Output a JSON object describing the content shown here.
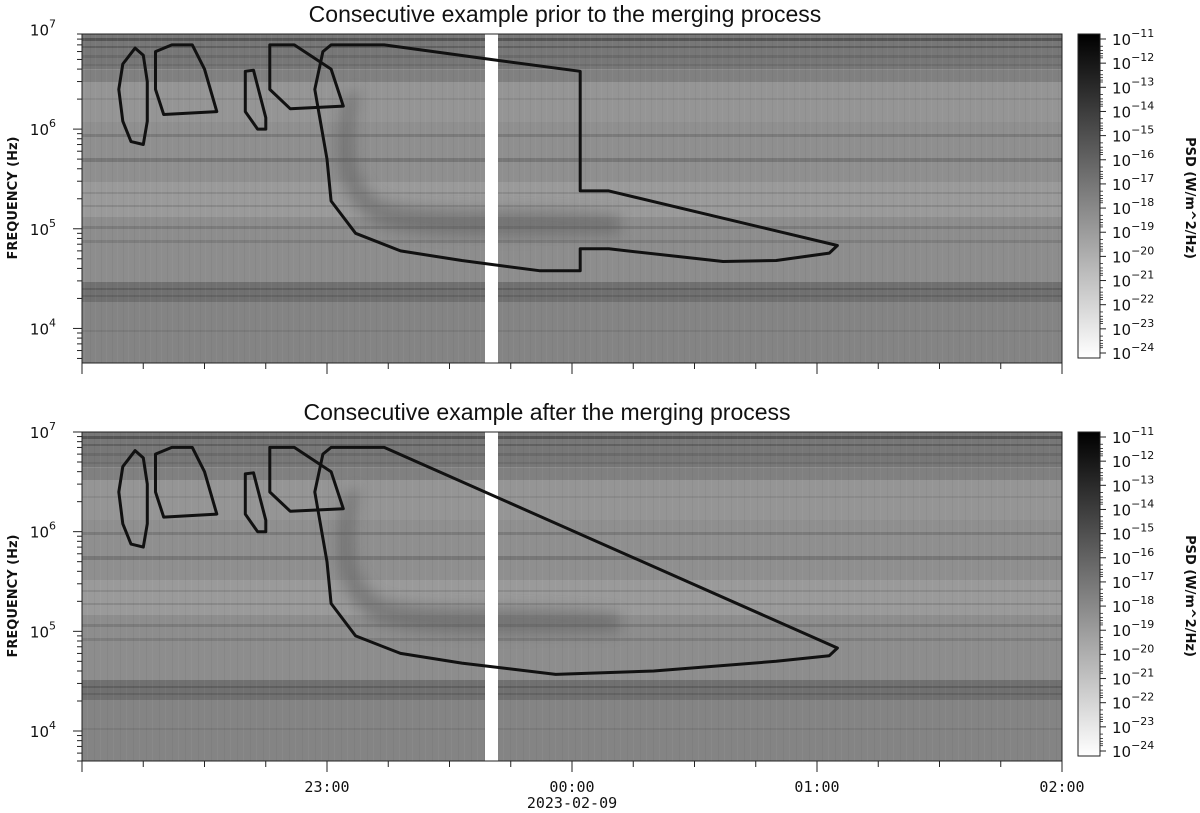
{
  "chart_data": [
    {
      "type": "heatmap",
      "title": "Consecutive example prior to the merging process",
      "ylabel": "FREQUENCY (Hz)",
      "y_scale": "log",
      "ylim": [
        4500,
        9000000
      ],
      "y_ticks": [
        {
          "value": 10000,
          "base": "10",
          "exp": "4"
        },
        {
          "value": 100000,
          "base": "10",
          "exp": "5"
        },
        {
          "value": 1000000,
          "base": "10",
          "exp": "6"
        },
        {
          "value": 10000000,
          "base": "10",
          "exp": "7"
        }
      ],
      "xlim": [
        "2023-02-08T22:00",
        "2023-02-09T02:00"
      ],
      "x_ticks": [
        {
          "value": "2023-02-08T23:00",
          "label": "23:00"
        },
        {
          "value": "2023-02-09T00:00",
          "label": "00:00"
        },
        {
          "value": "2023-02-09T01:00",
          "label": "01:00"
        },
        {
          "value": "2023-02-09T02:00",
          "label": "02:00"
        }
      ],
      "x_date_label": "",
      "data_gap": [
        "2023-02-08T23:40",
        "2023-02-08T23:43"
      ],
      "colorbar": {
        "label": "PSD (W/m^2/Hz)",
        "scale": "log",
        "ticks": [
          {
            "base": "10",
            "exp": "−11"
          },
          {
            "base": "10",
            "exp": "−12"
          },
          {
            "base": "10",
            "exp": "−13"
          },
          {
            "base": "10",
            "exp": "−14"
          },
          {
            "base": "10",
            "exp": "−15"
          },
          {
            "base": "10",
            "exp": "−16"
          },
          {
            "base": "10",
            "exp": "−17"
          },
          {
            "base": "10",
            "exp": "−18"
          },
          {
            "base": "10",
            "exp": "−19"
          },
          {
            "base": "10",
            "exp": "−20"
          },
          {
            "base": "10",
            "exp": "−21"
          },
          {
            "base": "10",
            "exp": "−22"
          },
          {
            "base": "10",
            "exp": "−23"
          },
          {
            "base": "10",
            "exp": "−24"
          }
        ],
        "colors": [
          "#000000",
          "#ffffff"
        ]
      },
      "contours": [
        {
          "points": [
            [
              "2023-02-08T22:13",
              6500000
            ],
            [
              "2023-02-08T22:10",
              4500000
            ],
            [
              "2023-02-08T22:09",
              2500000
            ],
            [
              "2023-02-08T22:10",
              1200000
            ],
            [
              "2023-02-08T22:12",
              750000
            ],
            [
              "2023-02-08T22:15",
              700000
            ],
            [
              "2023-02-08T22:16",
              1200000
            ],
            [
              "2023-02-08T22:16",
              3000000
            ],
            [
              "2023-02-08T22:15",
              5500000
            ]
          ]
        },
        {
          "points": [
            [
              "2023-02-08T22:18",
              6000000
            ],
            [
              "2023-02-08T22:22",
              7000000
            ],
            [
              "2023-02-08T22:27",
              7000000
            ],
            [
              "2023-02-08T22:30",
              4000000
            ],
            [
              "2023-02-08T22:33",
              1500000
            ],
            [
              "2023-02-08T22:20",
              1400000
            ],
            [
              "2023-02-08T22:18",
              2500000
            ]
          ]
        },
        {
          "points": [
            [
              "2023-02-08T22:40",
              3800000
            ],
            [
              "2023-02-08T22:42",
              3900000
            ],
            [
              "2023-02-08T22:45",
              1300000
            ],
            [
              "2023-02-08T22:45",
              1000000
            ],
            [
              "2023-02-08T22:43",
              1000000
            ],
            [
              "2023-02-08T22:40",
              1500000
            ]
          ]
        },
        {
          "points": [
            [
              "2023-02-08T22:46",
              7000000
            ],
            [
              "2023-02-08T22:52",
              7000000
            ],
            [
              "2023-02-08T23:01",
              4000000
            ],
            [
              "2023-02-08T23:04",
              1700000
            ],
            [
              "2023-02-08T22:51",
              1600000
            ],
            [
              "2023-02-08T22:46",
              2500000
            ],
            [
              "2023-02-08T22:46",
              7000000
            ]
          ]
        },
        {
          "points": [
            [
              "2023-02-08T22:59",
              6000000
            ],
            [
              "2023-02-08T23:01",
              7000000
            ],
            [
              "2023-02-08T23:14",
              7000000
            ],
            [
              "2023-02-08T23:40",
              5000000
            ],
            [
              "2023-02-09T00:02",
              3800000
            ],
            [
              "2023-02-09T00:02",
              240000
            ],
            [
              "2023-02-09T00:09",
              240000
            ],
            [
              "2023-02-09T01:05",
              68000
            ],
            [
              "2023-02-09T01:03",
              57000
            ],
            [
              "2023-02-09T00:50",
              48000
            ],
            [
              "2023-02-09T00:37",
              47000
            ],
            [
              "2023-02-09T00:09",
              63000
            ],
            [
              "2023-02-09T00:02",
              63000
            ],
            [
              "2023-02-09T00:02",
              38000
            ],
            [
              "2023-02-08T23:52",
              38000
            ],
            [
              "2023-02-08T23:33",
              48000
            ],
            [
              "2023-02-08T23:18",
              60000
            ],
            [
              "2023-02-08T23:07",
              90000
            ],
            [
              "2023-02-08T23:01",
              190000
            ],
            [
              "2023-02-08T23:00",
              500000
            ],
            [
              "2023-02-08T22:57",
              2500000
            ],
            [
              "2023-02-08T22:59",
              6000000
            ]
          ]
        }
      ]
    },
    {
      "type": "heatmap",
      "title": "Consecutive example after the merging process",
      "ylabel": "FREQUENCY (Hz)",
      "y_scale": "log",
      "ylim": [
        5000,
        10000000
      ],
      "y_ticks": [
        {
          "value": 10000,
          "base": "10",
          "exp": "4"
        },
        {
          "value": 100000,
          "base": "10",
          "exp": "5"
        },
        {
          "value": 1000000,
          "base": "10",
          "exp": "6"
        },
        {
          "value": 10000000,
          "base": "10",
          "exp": "7"
        }
      ],
      "xlim": [
        "2023-02-08T22:00",
        "2023-02-09T02:00"
      ],
      "x_ticks": [
        {
          "value": "2023-02-08T23:00",
          "label": "23:00"
        },
        {
          "value": "2023-02-09T00:00",
          "label": "00:00"
        },
        {
          "value": "2023-02-09T01:00",
          "label": "01:00"
        },
        {
          "value": "2023-02-09T02:00",
          "label": "02:00"
        }
      ],
      "x_date_label": "2023-02-09",
      "data_gap": [
        "2023-02-08T23:40",
        "2023-02-08T23:43"
      ],
      "colorbar": {
        "label": "PSD (W/m^2/Hz)",
        "scale": "log",
        "ticks": [
          {
            "base": "10",
            "exp": "−11"
          },
          {
            "base": "10",
            "exp": "−12"
          },
          {
            "base": "10",
            "exp": "−13"
          },
          {
            "base": "10",
            "exp": "−14"
          },
          {
            "base": "10",
            "exp": "−15"
          },
          {
            "base": "10",
            "exp": "−16"
          },
          {
            "base": "10",
            "exp": "−17"
          },
          {
            "base": "10",
            "exp": "−18"
          },
          {
            "base": "10",
            "exp": "−19"
          },
          {
            "base": "10",
            "exp": "−20"
          },
          {
            "base": "10",
            "exp": "−21"
          },
          {
            "base": "10",
            "exp": "−22"
          },
          {
            "base": "10",
            "exp": "−23"
          },
          {
            "base": "10",
            "exp": "−24"
          }
        ],
        "colors": [
          "#000000",
          "#ffffff"
        ]
      },
      "contours": [
        {
          "points": [
            [
              "2023-02-08T22:13",
              6500000
            ],
            [
              "2023-02-08T22:10",
              4500000
            ],
            [
              "2023-02-08T22:09",
              2500000
            ],
            [
              "2023-02-08T22:10",
              1200000
            ],
            [
              "2023-02-08T22:12",
              750000
            ],
            [
              "2023-02-08T22:15",
              700000
            ],
            [
              "2023-02-08T22:16",
              1200000
            ],
            [
              "2023-02-08T22:16",
              3000000
            ],
            [
              "2023-02-08T22:15",
              5500000
            ]
          ]
        },
        {
          "points": [
            [
              "2023-02-08T22:18",
              6000000
            ],
            [
              "2023-02-08T22:22",
              7000000
            ],
            [
              "2023-02-08T22:27",
              7000000
            ],
            [
              "2023-02-08T22:30",
              4000000
            ],
            [
              "2023-02-08T22:33",
              1500000
            ],
            [
              "2023-02-08T22:20",
              1400000
            ],
            [
              "2023-02-08T22:18",
              2500000
            ]
          ]
        },
        {
          "points": [
            [
              "2023-02-08T22:40",
              3800000
            ],
            [
              "2023-02-08T22:42",
              3900000
            ],
            [
              "2023-02-08T22:45",
              1300000
            ],
            [
              "2023-02-08T22:45",
              1000000
            ],
            [
              "2023-02-08T22:43",
              1000000
            ],
            [
              "2023-02-08T22:40",
              1500000
            ]
          ]
        },
        {
          "points": [
            [
              "2023-02-08T22:46",
              7000000
            ],
            [
              "2023-02-08T22:52",
              7000000
            ],
            [
              "2023-02-08T23:01",
              4000000
            ],
            [
              "2023-02-08T23:04",
              1700000
            ],
            [
              "2023-02-08T22:51",
              1600000
            ],
            [
              "2023-02-08T22:46",
              2500000
            ],
            [
              "2023-02-08T22:46",
              7000000
            ]
          ]
        },
        {
          "points": [
            [
              "2023-02-08T22:59",
              6000000
            ],
            [
              "2023-02-08T23:01",
              7000000
            ],
            [
              "2023-02-08T23:14",
              7000000
            ],
            [
              "2023-02-09T01:05",
              68000
            ],
            [
              "2023-02-09T01:03",
              57000
            ],
            [
              "2023-02-09T00:50",
              50000
            ],
            [
              "2023-02-09T00:20",
              40000
            ],
            [
              "2023-02-08T23:56",
              37000
            ],
            [
              "2023-02-08T23:33",
              48000
            ],
            [
              "2023-02-08T23:18",
              60000
            ],
            [
              "2023-02-08T23:07",
              90000
            ],
            [
              "2023-02-08T23:01",
              190000
            ],
            [
              "2023-02-08T23:00",
              500000
            ],
            [
              "2023-02-08T22:57",
              2500000
            ],
            [
              "2023-02-08T22:59",
              6000000
            ]
          ]
        }
      ]
    }
  ]
}
